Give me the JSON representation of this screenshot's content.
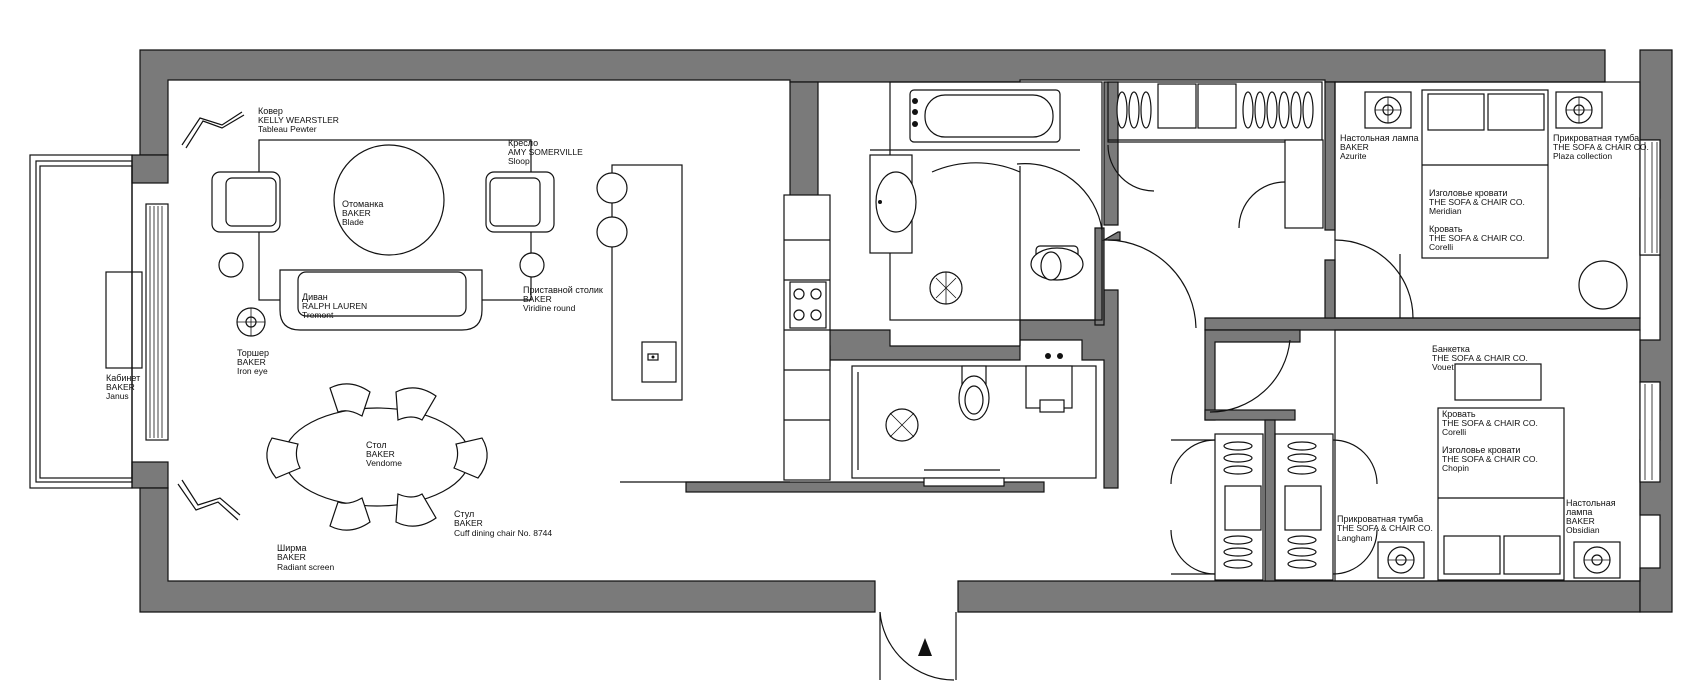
{
  "labels": {
    "carpet": {
      "type": "Ковер",
      "brand": "KELLY WEARSTLER",
      "model": "Tableau Pewter"
    },
    "armchair": {
      "type": "Кресло",
      "brand": "AMY SOMERVILLE",
      "model": "Sloop"
    },
    "ottoman": {
      "type": "Отоманка",
      "brand": "BAKER",
      "model": "Blade"
    },
    "sofa": {
      "type": "Диван",
      "brand": "RALPH LAUREN",
      "model": "Tremont"
    },
    "side_table": {
      "type": "Приставной столик",
      "brand": "BAKER",
      "model": "Viridine round"
    },
    "floor_lamp": {
      "type": "Торшер",
      "brand": "BAKER",
      "model": "Iron eye"
    },
    "cabinet": {
      "type": "Кабинет",
      "brand": "BAKER",
      "model": "Janus"
    },
    "table": {
      "type": "Стол",
      "brand": "BAKER",
      "model": "Vendome"
    },
    "chair": {
      "type": "Стул",
      "brand": "BAKER",
      "model": "Cuff dining chair No. 8744"
    },
    "screen": {
      "type": "Ширма",
      "brand": "BAKER",
      "model": "Radiant screen"
    },
    "table_lamp_1": {
      "type": "Настольная лампа",
      "brand": "BAKER",
      "model": "Azurite"
    },
    "bedside_1": {
      "type": "Прикроватная  тумба",
      "brand": "THE SOFA & CHAIR CO.",
      "model": "Plaza collection"
    },
    "headboard_1": {
      "type": "Изголовье кровати",
      "brand": "THE SOFA & CHAIR CO.",
      "model": "Meridian"
    },
    "bed_1": {
      "type": "Кровать",
      "brand": "THE SOFA & CHAIR CO.",
      "model": "Corelli"
    },
    "bench": {
      "type": "Банкетка",
      "brand": "THE SOFA & CHAIR CO.",
      "model": "Vouet"
    },
    "bed_2": {
      "type": "Кровать",
      "brand": "THE SOFA & CHAIR CO.",
      "model": "Corelli"
    },
    "headboard_2": {
      "type": "Изголовье кровати",
      "brand": "THE SOFA & CHAIR CO.",
      "model": "Chopin"
    },
    "bedside_2": {
      "type": "Прикроватная тумба",
      "brand": "THE SOFA & CHAIR CO.",
      "model": "Langham"
    },
    "table_lamp_2": {
      "type_line1": "Настольная",
      "type_line2": "лампа",
      "brand": "BAKER",
      "model": "Obsidian"
    }
  },
  "colors": {
    "wall": "#7a7a7a",
    "line": "#111111",
    "background": "#ffffff"
  },
  "icons": [
    "entrance-arrow-icon",
    "floor-drain-icon",
    "stove-icon",
    "sink-icon",
    "toilet-icon",
    "bathtub-icon",
    "table-lamp-icon"
  ]
}
